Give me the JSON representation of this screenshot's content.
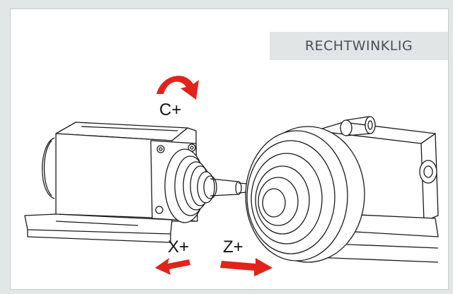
{
  "badge": {
    "label": "RECHTWINKLIG"
  },
  "axes": {
    "c_label": "C+",
    "x_label": "X+",
    "z_label": "Z+"
  },
  "colors": {
    "arrow": "#e2231a",
    "line": "#1a1a1a",
    "badge_bg": "#e2e5e6",
    "badge_text": "#4a5054"
  },
  "icons": {
    "c_arrow": "curved-arrow-icon",
    "x_arrow": "arrow-left-icon",
    "z_arrow": "arrow-right-icon"
  }
}
